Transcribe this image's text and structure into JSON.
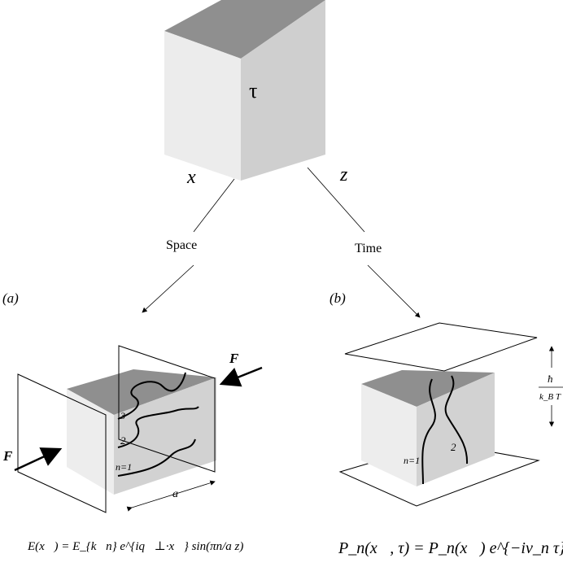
{
  "top_cube": {
    "label_tau": "τ",
    "label_x": "x",
    "label_z": "z"
  },
  "branches": {
    "space_label": "Space",
    "time_label": "Time"
  },
  "panel_a": {
    "tag": "(a)",
    "force_label": "F",
    "line_labels": [
      "3",
      "2",
      "n=1"
    ],
    "dimension_label": "a",
    "equation": "E(x⃗) = E_{k⃗n} e^{iq⃗⊥·x⃗} sin(πn/a z)"
  },
  "panel_b": {
    "tag": "(b)",
    "line_labels": [
      "n=1",
      "2"
    ],
    "height_label_num": "ħ",
    "height_label_den": "k_B T",
    "equation": "P_n(x⃗, τ) = P_n(x⃗) e^{−iν_n τ}"
  }
}
